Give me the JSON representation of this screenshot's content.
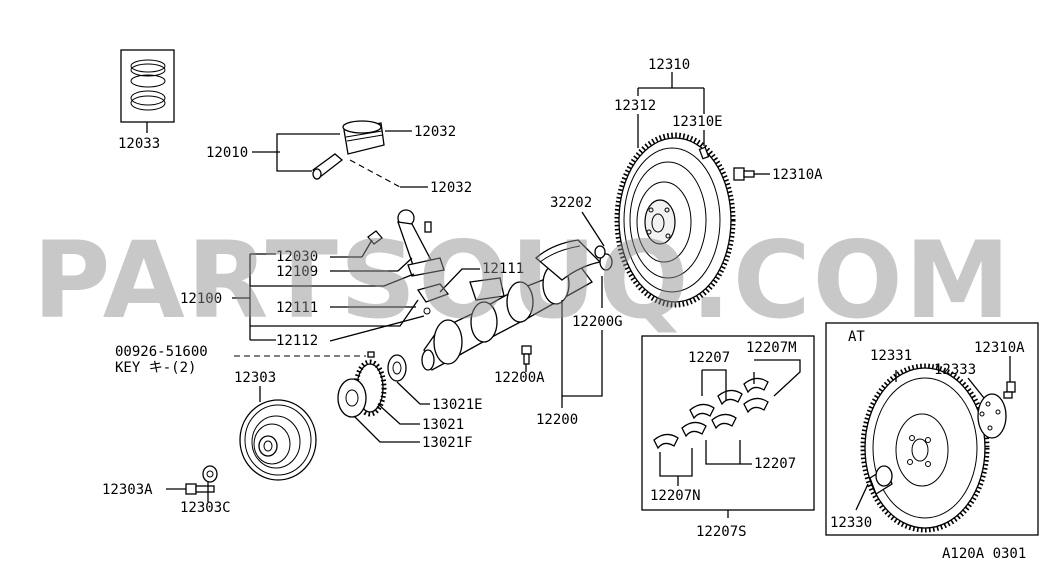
{
  "watermark": "PARTSOUQ.COM",
  "diagram_code": "A120A 0301",
  "at_label": "AT",
  "labels": {
    "l12033": "12033",
    "l12010": "12010",
    "l12032a": "12032",
    "l12032b": "12032",
    "l12030": "12030",
    "l12109": "12109",
    "l12100": "12100",
    "l12111a": "12111",
    "l12111b": "12111",
    "l12112": "12112",
    "l00926": "00926-51600",
    "lkey": "KEY キ-(2)",
    "l12303": "12303",
    "l12303a": "12303A",
    "l12303c": "12303C",
    "l13021e": "13021E",
    "l13021": "13021",
    "l13021f": "13021F",
    "l32202": "32202",
    "l12200g": "12200G",
    "l12200a": "12200A",
    "l12200": "12200",
    "l12310": "12310",
    "l12312": "12312",
    "l12310e": "12310E",
    "l12310a": "12310A",
    "l12207a": "12207",
    "l12207m": "12207M",
    "l12207b": "12207",
    "l12207n": "12207N",
    "l12207s": "12207S",
    "l12331": "12331",
    "l12333": "12333",
    "l12310a2": "12310A",
    "l12330": "12330"
  }
}
